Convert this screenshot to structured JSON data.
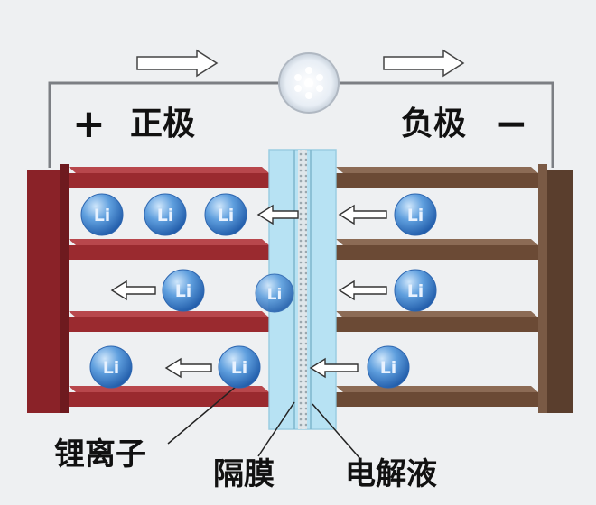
{
  "positive": {
    "sign": "+",
    "label": "正极"
  },
  "negative": {
    "sign": "−",
    "label": "负极"
  },
  "ion_label": "Li",
  "captions": {
    "ion": "锂离子",
    "separator": "隔膜",
    "electrolyte": "电解液"
  },
  "colors": {
    "positive_electrode": "#9a2a2f",
    "negative_electrode": "#6b4a35",
    "separator": "#aee0f4",
    "ion": "#4f8fd0",
    "background": "#eef0f2"
  }
}
